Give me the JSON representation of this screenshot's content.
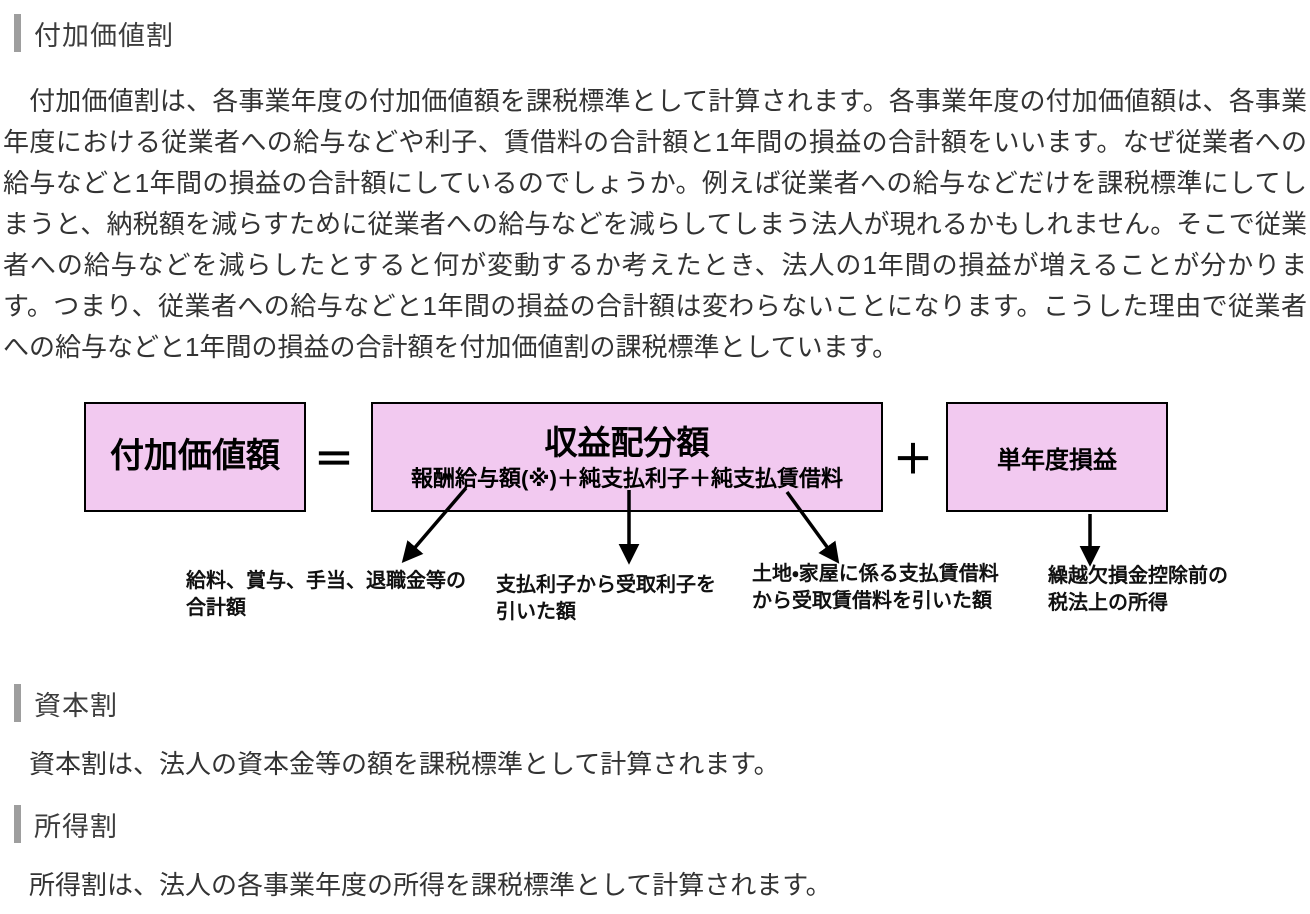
{
  "page": {
    "background": "#ffffff",
    "heading_bar_color": "#9e9e9e",
    "diagram_box_fill": "#f2c9f0",
    "diagram_box_border": "#000000"
  },
  "sections": {
    "fukakachi": {
      "heading": "付加価値割",
      "body": "　付加価値割は、各事業年度の付加価値額を課税標準として計算されます。各事業年度の付加価値額は、各事業年度における従業者への給与などや利子、賃借料の合計額と1年間の損益の合計額をいいます。なぜ従業者への給与などと1年間の損益の合計額にしているのでしょうか。例えば従業者への給与などだけを課税標準にしてしまうと、納税額を減らすために従業者への給与などを減らしてしまう法人が現れるかもしれません。そこで従業者への給与などを減らしたとすると何が変動するか考えたとき、法人の1年間の損益が増えることが分かります。つまり、従業者への給与などと1年間の損益の合計額は変わらないことになります。こうした理由で従業者への給与などと1年間の損益の合計額を付加価値割の課税標準としています。"
    },
    "shihon": {
      "heading": "資本割",
      "body": "　資本割は、法人の資本金等の額を課税標準として計算されます。"
    },
    "shotoku": {
      "heading": "所得割",
      "body": "　所得割は、法人の各事業年度の所得を課税標準として計算されます。"
    }
  },
  "diagram": {
    "box_added_value": "付加価値額",
    "equals_sign": "＝",
    "box_profit_distribution_title": "収益配分額",
    "box_profit_distribution_formula": "報酬給与額(※)＋純支払利子＋純支払賃借料",
    "plus_sign": "＋",
    "box_single_year_label": "単年度損益",
    "annotations": [
      "給料、賞与、手当、退職金等の\n合計額",
      "支払利子から受取利子を\n引いた額",
      "土地・家屋に係る支払賃借料\nから受取賃借料を引いた額",
      "繰越欠損金控除前の\n税法上の所得"
    ]
  }
}
